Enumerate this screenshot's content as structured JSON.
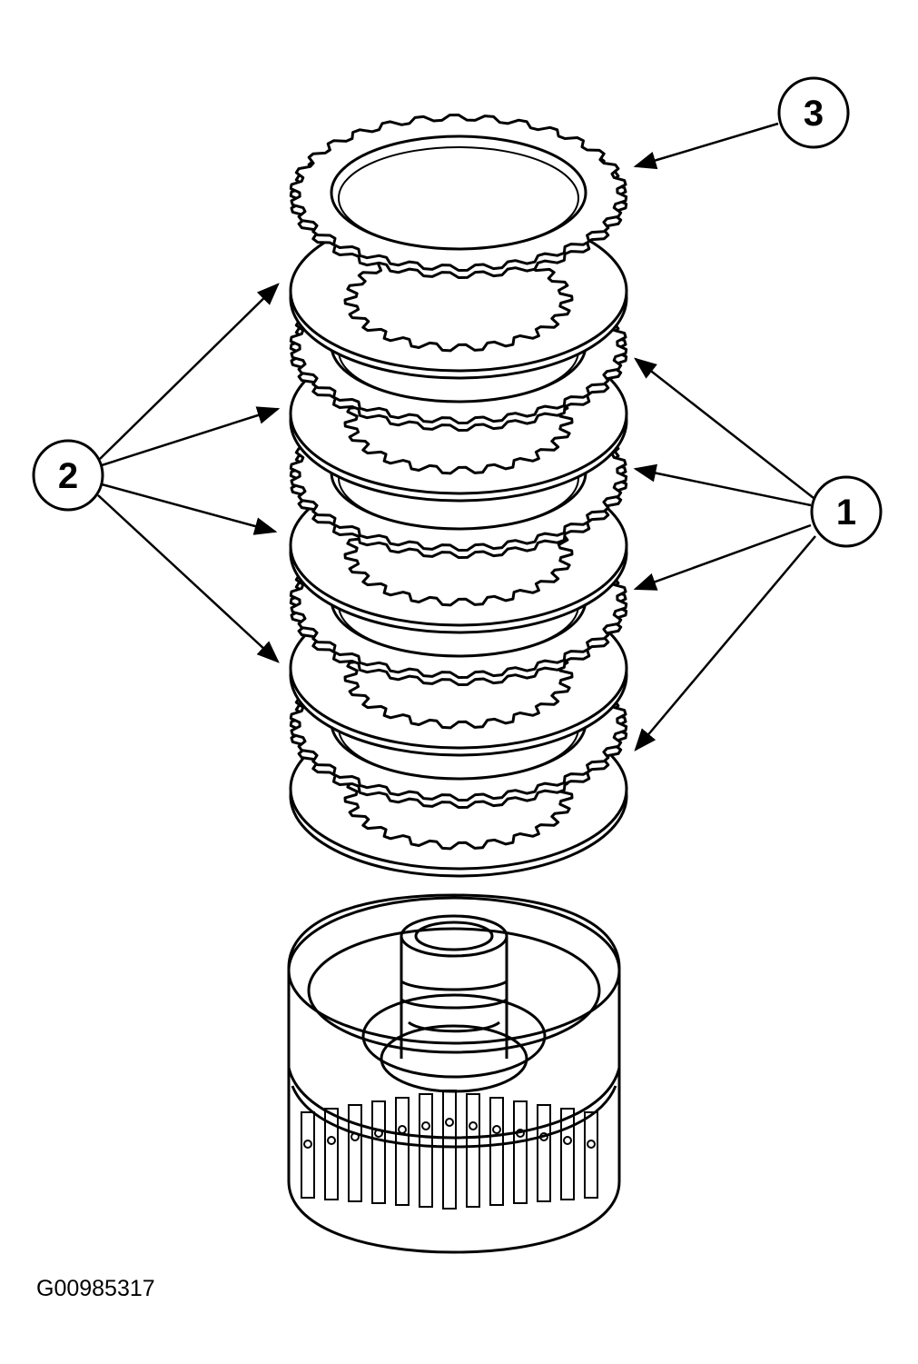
{
  "figure_id": "G00985317",
  "callouts": [
    {
      "label": "1"
    },
    {
      "label": "2"
    },
    {
      "label": "3"
    }
  ],
  "colors": {
    "ink": "#000000",
    "paper": "#ffffff"
  }
}
